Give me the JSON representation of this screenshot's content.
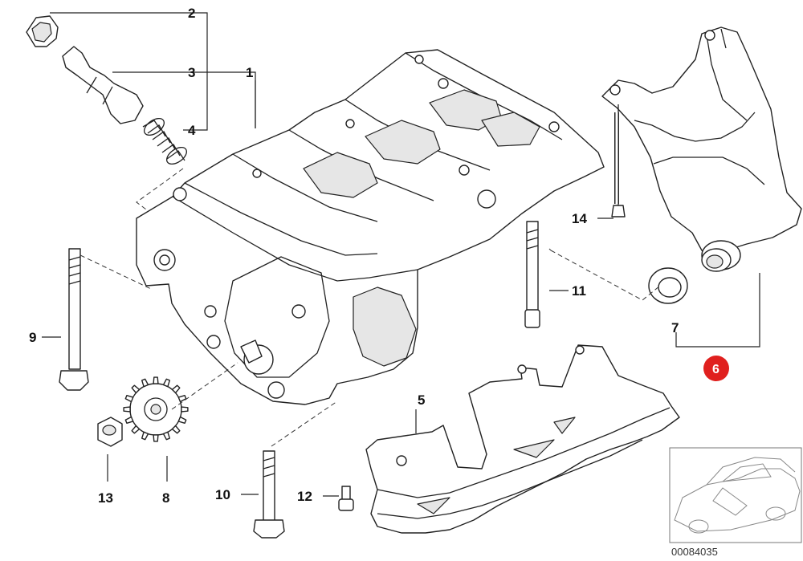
{
  "diagram": {
    "callouts": {
      "c1": "1",
      "c2": "2",
      "c3": "3",
      "c4": "4",
      "c5": "5",
      "c6": "6",
      "c7": "7",
      "c8": "8",
      "c9": "9",
      "c10": "10",
      "c11": "11",
      "c12": "12",
      "c13": "13",
      "c14": "14"
    },
    "highlight_color": "#e0201e",
    "reference_code": "00084035"
  }
}
